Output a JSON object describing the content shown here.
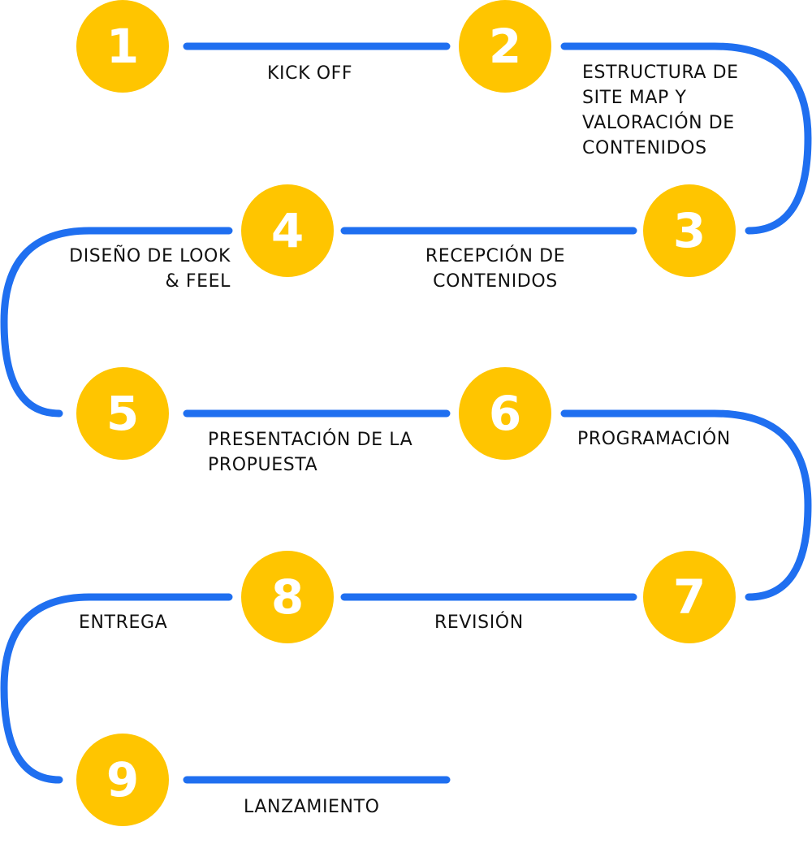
{
  "colors": {
    "circle": "#FFC500",
    "path": "#1F6FF0",
    "number": "#FFFFFF",
    "text": "#111111"
  },
  "steps": [
    {
      "number": "1",
      "label_lines": [
        "KICK OFF"
      ]
    },
    {
      "number": "2",
      "label_lines": [
        "ESTRUCTURA DE",
        "SITE MAP Y",
        "VALORACIÓN DE",
        "CONTENIDOS"
      ]
    },
    {
      "number": "3",
      "label_lines": [
        "RECEPCIÓN DE",
        "CONTENIDOS"
      ]
    },
    {
      "number": "4",
      "label_lines": [
        "DISEÑO DE LOOK",
        "& FEEL"
      ]
    },
    {
      "number": "5",
      "label_lines": [
        "PRESENTACIÓN DE LA",
        "PROPUESTA"
      ]
    },
    {
      "number": "6",
      "label_lines": [
        "PROGRAMACIÓN"
      ]
    },
    {
      "number": "7",
      "label_lines": [
        "REVISIÓN"
      ]
    },
    {
      "number": "8",
      "label_lines": [
        "ENTREGA"
      ]
    },
    {
      "number": "9",
      "label_lines": [
        "LANZAMIENTO"
      ]
    }
  ]
}
